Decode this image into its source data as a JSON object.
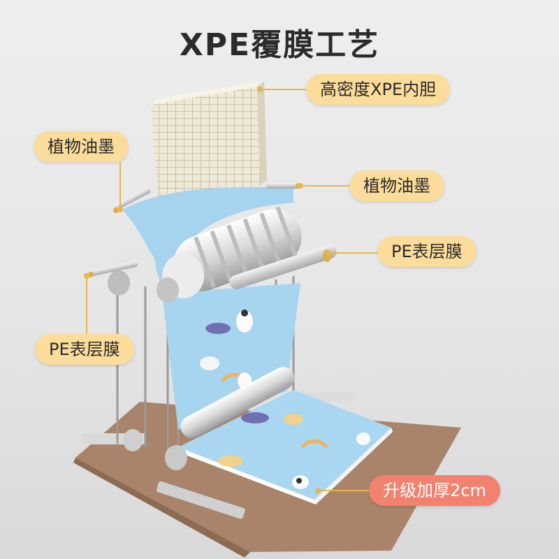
{
  "title": "XPE覆膜工艺",
  "labels": {
    "xpe_core": "高密度XPE内胆",
    "ink_left": "植物油墨",
    "ink_right": "植物油墨",
    "pe_right": "PE表层膜",
    "pe_left": "PE表层膜",
    "thickness": "升级加厚2cm"
  },
  "colors": {
    "label_yellow": "#fbdc9b",
    "label_pink": "#f2826e",
    "leader_line": "#e7b64f",
    "mat_blue": "#a9d6f0",
    "foam_cream": "#ece7d6",
    "board_brown": "#a98468"
  }
}
